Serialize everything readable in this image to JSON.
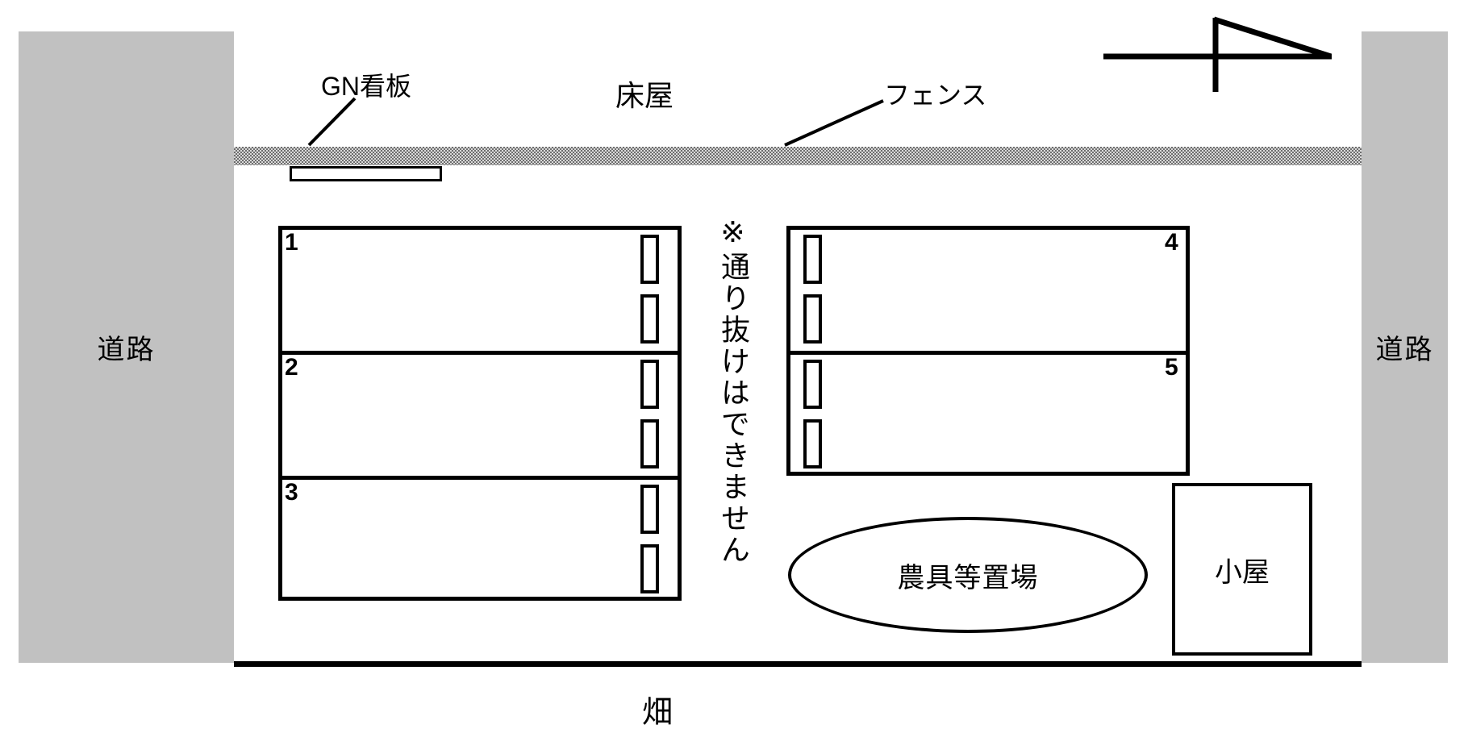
{
  "labels": {
    "gn_sign": "GN看板",
    "barber": "床屋",
    "fence": "フェンス",
    "road_left": "道路",
    "road_right": "道路",
    "note_vertical": "※通り抜けはできません",
    "tool_storage": "農具等置場",
    "hut": "小屋",
    "field": "畑"
  },
  "stalls": {
    "left": [
      {
        "number": "1"
      },
      {
        "number": "2"
      },
      {
        "number": "3"
      }
    ],
    "right": [
      {
        "number": "4"
      },
      {
        "number": "5"
      }
    ]
  },
  "colors": {
    "road_fill": "#c1c1c1",
    "line": "#000000",
    "fence_dark": "#6e6e6e",
    "fence_light": "#d9d9d9",
    "background": "#ffffff"
  }
}
